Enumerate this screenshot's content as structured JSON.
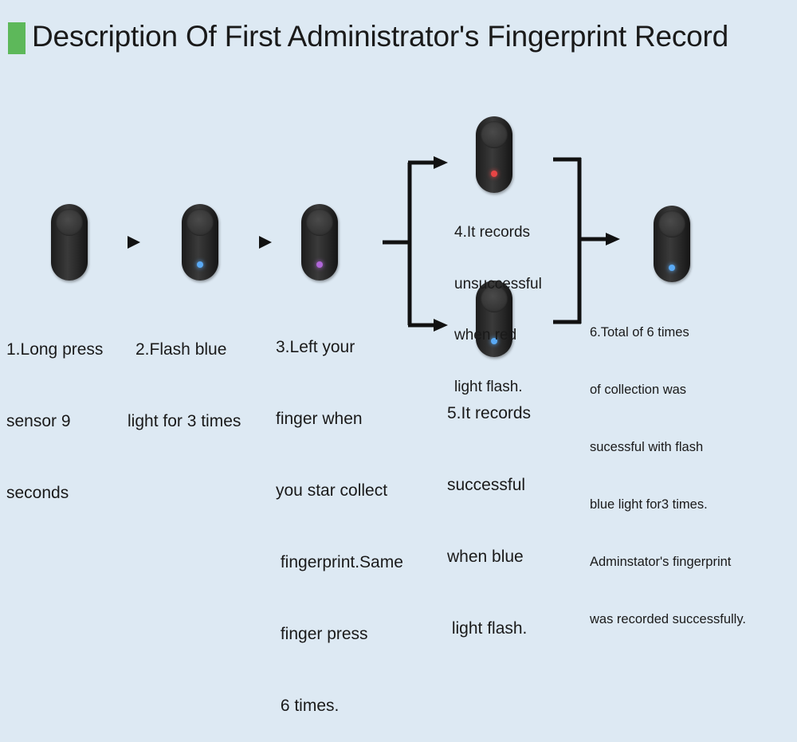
{
  "title": "Description Of First Administrator's Fingerprint Record",
  "colors": {
    "background": "#dde9f3",
    "title_accent": "#5db85a",
    "led_blue": "#5aaaf5",
    "led_red": "#e84545",
    "led_purple": "#b066d8"
  },
  "steps": [
    {
      "lines": [
        "1.Long press",
        "sensor 9",
        "seconds"
      ],
      "led": "none"
    },
    {
      "lines": [
        "2.Flash blue",
        "light for 3 times"
      ],
      "led": "blue"
    },
    {
      "lines": [
        "3.Left your",
        "finger when",
        "you star collect",
        " fingerprint.Same",
        " finger press",
        " 6 times."
      ],
      "led": "purple"
    },
    {
      "lines": [
        "4.It records",
        "unsuccessful",
        "when red",
        "light flash."
      ],
      "led": "red"
    },
    {
      "lines": [
        "5.It records",
        "successful",
        "when blue",
        " light flash."
      ],
      "led": "blue"
    },
    {
      "lines": [
        "6.Total of 6 times",
        "of collection was",
        "sucessful with flash",
        "blue light for3 times.",
        "Adminstator's fingerprint",
        "was recorded successfully."
      ],
      "led": "blue"
    }
  ]
}
